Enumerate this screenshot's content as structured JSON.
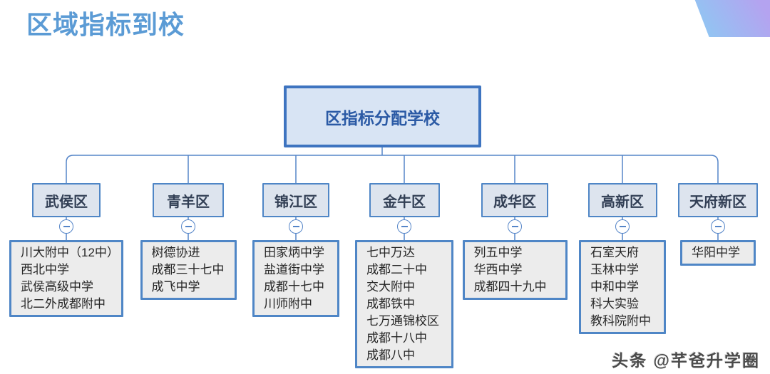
{
  "title": "区域指标到校",
  "watermark": "头条 @芊爸升学圈",
  "tree": {
    "root": "区指标分配学校",
    "districts": [
      {
        "name": "武侯区",
        "schools": [
          "川大附中（12中）",
          "西北中学",
          "武侯高级中学",
          "北二外成都附中"
        ]
      },
      {
        "name": "青羊区",
        "schools": [
          "树德协进",
          "成都三十七中",
          "成飞中学"
        ]
      },
      {
        "name": "锦江区",
        "schools": [
          "田家炳中学",
          "盐道街中学",
          "成都十七中",
          "川师附中"
        ]
      },
      {
        "name": "金牛区",
        "schools": [
          "七中万达",
          "成都二十中",
          "交大附中",
          "成都铁中",
          "七万通锦校区",
          "成都十八中",
          "成都八中"
        ]
      },
      {
        "name": "成华区",
        "schools": [
          "列五中学",
          "华西中学",
          "成都四十九中"
        ]
      },
      {
        "name": "高新区",
        "schools": [
          "石室天府",
          "玉林中学",
          "中和中学",
          "科大实验",
          "教科院附中"
        ]
      },
      {
        "name": "天府新区",
        "schools": [
          "华阳中学"
        ]
      }
    ]
  },
  "icons": {
    "collapse": "minus-icon"
  },
  "colors": {
    "title_blue": "#5b9bd5",
    "root_border_blue": "#3e74c0",
    "root_fill_blue": "#d8e4f4",
    "root_text_blue": "#2b5aa5",
    "district_fill": "#dde4ee",
    "school_fill": "#ececec",
    "box_border_blue": "#4f86c6",
    "connector_blue": "#5585c8",
    "ribbon_gradient_start": "#8fc7f3",
    "ribbon_gradient_end": "#b4a3f0"
  }
}
